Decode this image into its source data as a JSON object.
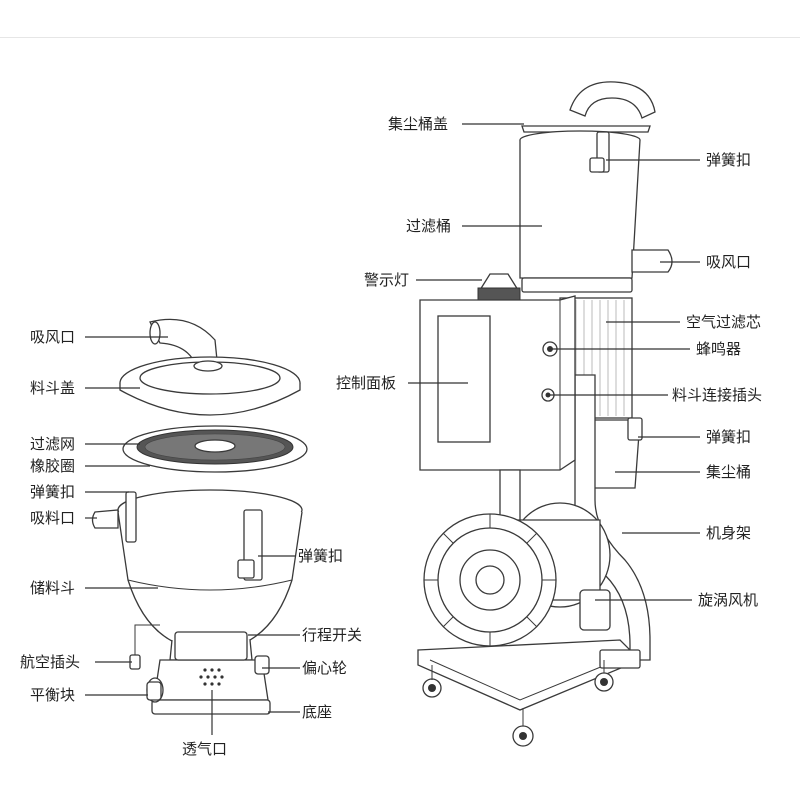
{
  "left_machine": {
    "labels": {
      "suction_port_top": "吸风口",
      "hopper_lid": "料斗盖",
      "filter_mesh": "过滤网",
      "rubber_ring": "橡胶圈",
      "spring_clip_left": "弹簧扣",
      "suction_inlet": "吸料口",
      "storage_hopper": "储料斗",
      "spring_clip_right": "弹簧扣",
      "travel_switch": "行程开关",
      "aviation_plug": "航空插头",
      "eccentric_wheel": "偏心轮",
      "balance_block": "平衡块",
      "base": "底座",
      "vent": "透气口"
    }
  },
  "right_machine": {
    "labels": {
      "dust_bucket_lid": "集尘桶盖",
      "spring_clip_top": "弹簧扣",
      "filter_bucket": "过滤桶",
      "suction_port": "吸风口",
      "warning_light": "警示灯",
      "air_filter_core": "空气过滤芯",
      "buzzer": "蜂鸣器",
      "control_panel": "控制面板",
      "hopper_connector_plug": "料斗连接插头",
      "spring_clip_mid": "弹簧扣",
      "dust_bucket": "集尘桶",
      "frame": "机身架",
      "vortex_blower": "旋涡风机"
    }
  },
  "colors": {
    "stroke": "#333333",
    "text": "#222222",
    "background": "#ffffff",
    "rule": "#e6e6e6"
  }
}
